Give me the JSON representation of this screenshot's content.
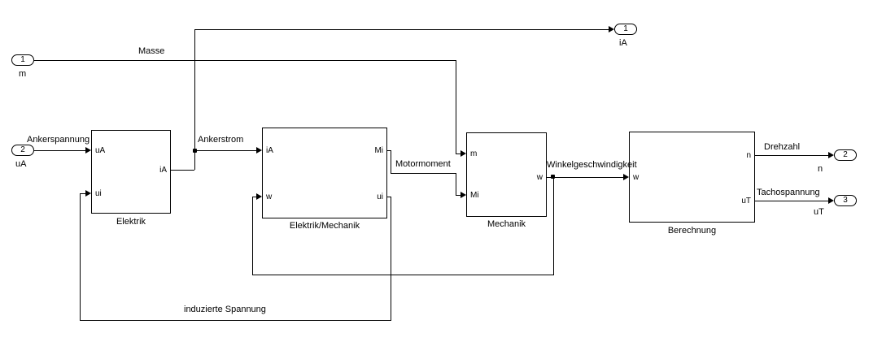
{
  "inports": [
    {
      "number": "1",
      "label": "m"
    },
    {
      "number": "2",
      "label": "uA"
    }
  ],
  "outports": [
    {
      "number": "1",
      "label": "iA"
    },
    {
      "number": "2",
      "label": "n"
    },
    {
      "number": "3",
      "label": "uT"
    }
  ],
  "blocks": [
    {
      "label": "Elektrik",
      "ports": {
        "in1": "uA",
        "in2": "ui",
        "out1": "iA"
      }
    },
    {
      "label": "Elektrik/Mechanik",
      "ports": {
        "in1": "iA",
        "in2": "w",
        "out1": "Mi",
        "out2": "ui"
      }
    },
    {
      "label": "Mechanik",
      "ports": {
        "in1": "m",
        "in2": "Mi",
        "out1": "w"
      }
    },
    {
      "label": "Berechnung",
      "ports": {
        "in1": "w",
        "out1": "n",
        "out2": "uT"
      }
    }
  ],
  "signals": {
    "masse": "Masse",
    "ankerspannung": "Ankerspannung",
    "ankerstrom": "Ankerstrom",
    "motormoment": "Motormoment",
    "winkelgeschwindigkeit": "Winkelgeschwindigkeit",
    "drehzahl": "Drehzahl",
    "tachospannung": "Tachospannung",
    "induzierte_spannung": "induzierte Spannung"
  },
  "colors": {
    "line": "#000000",
    "background": "#ffffff",
    "block_fill": "#ffffff",
    "text": "#000000"
  }
}
